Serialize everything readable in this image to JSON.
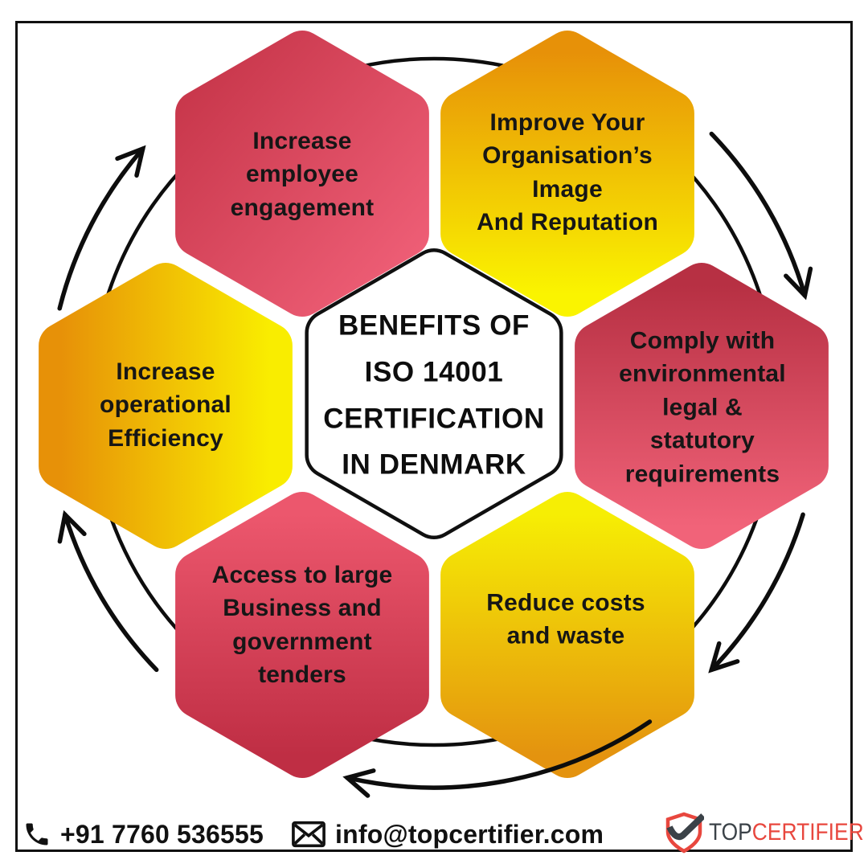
{
  "center": {
    "label": "BENEFITS OF\nISO 14001\nCERTIFICATION\nIN DENMARK"
  },
  "hexagons": {
    "top_left": {
      "label": "Increase\nemployee\nengagement",
      "gradient": [
        "#c63549",
        "#f06078"
      ]
    },
    "top_right": {
      "label": "Improve Your\nOrganisation’s\nImage\nAnd Reputation",
      "gradient": [
        "#e79108",
        "#faf400"
      ]
    },
    "right": {
      "label": "Comply with\nenvironmental\nlegal & statutory\nrequirements",
      "gradient": [
        "#b73043",
        "#f16379"
      ]
    },
    "left": {
      "label": "Increase\noperational\nEfficiency",
      "gradient": [
        "#e79108",
        "#f9ed00"
      ]
    },
    "bottom_left": {
      "label": "Access to large\nBusiness and\ngovernment\ntenders",
      "gradient": [
        "#ec576d",
        "#bf2e44"
      ]
    },
    "bottom_right": {
      "label": "Reduce costs\nand waste",
      "gradient": [
        "#f6ee04",
        "#e4930f"
      ]
    }
  },
  "contact": {
    "phone": "+91 7760 536555",
    "email": "info@topcertifier.com"
  },
  "logo": {
    "text_primary": "TOP",
    "text_secondary": "CERTIFIER",
    "color_primary": "#3b4248",
    "color_secondary": "#e8473e"
  },
  "icons": {
    "phone": "phone-receiver-icon",
    "email": "envelope-icon",
    "logo": "shield-check-icon"
  },
  "colors": {
    "background": "#ffffff",
    "outline": "#0d0d0d",
    "label_text": "#161616"
  }
}
